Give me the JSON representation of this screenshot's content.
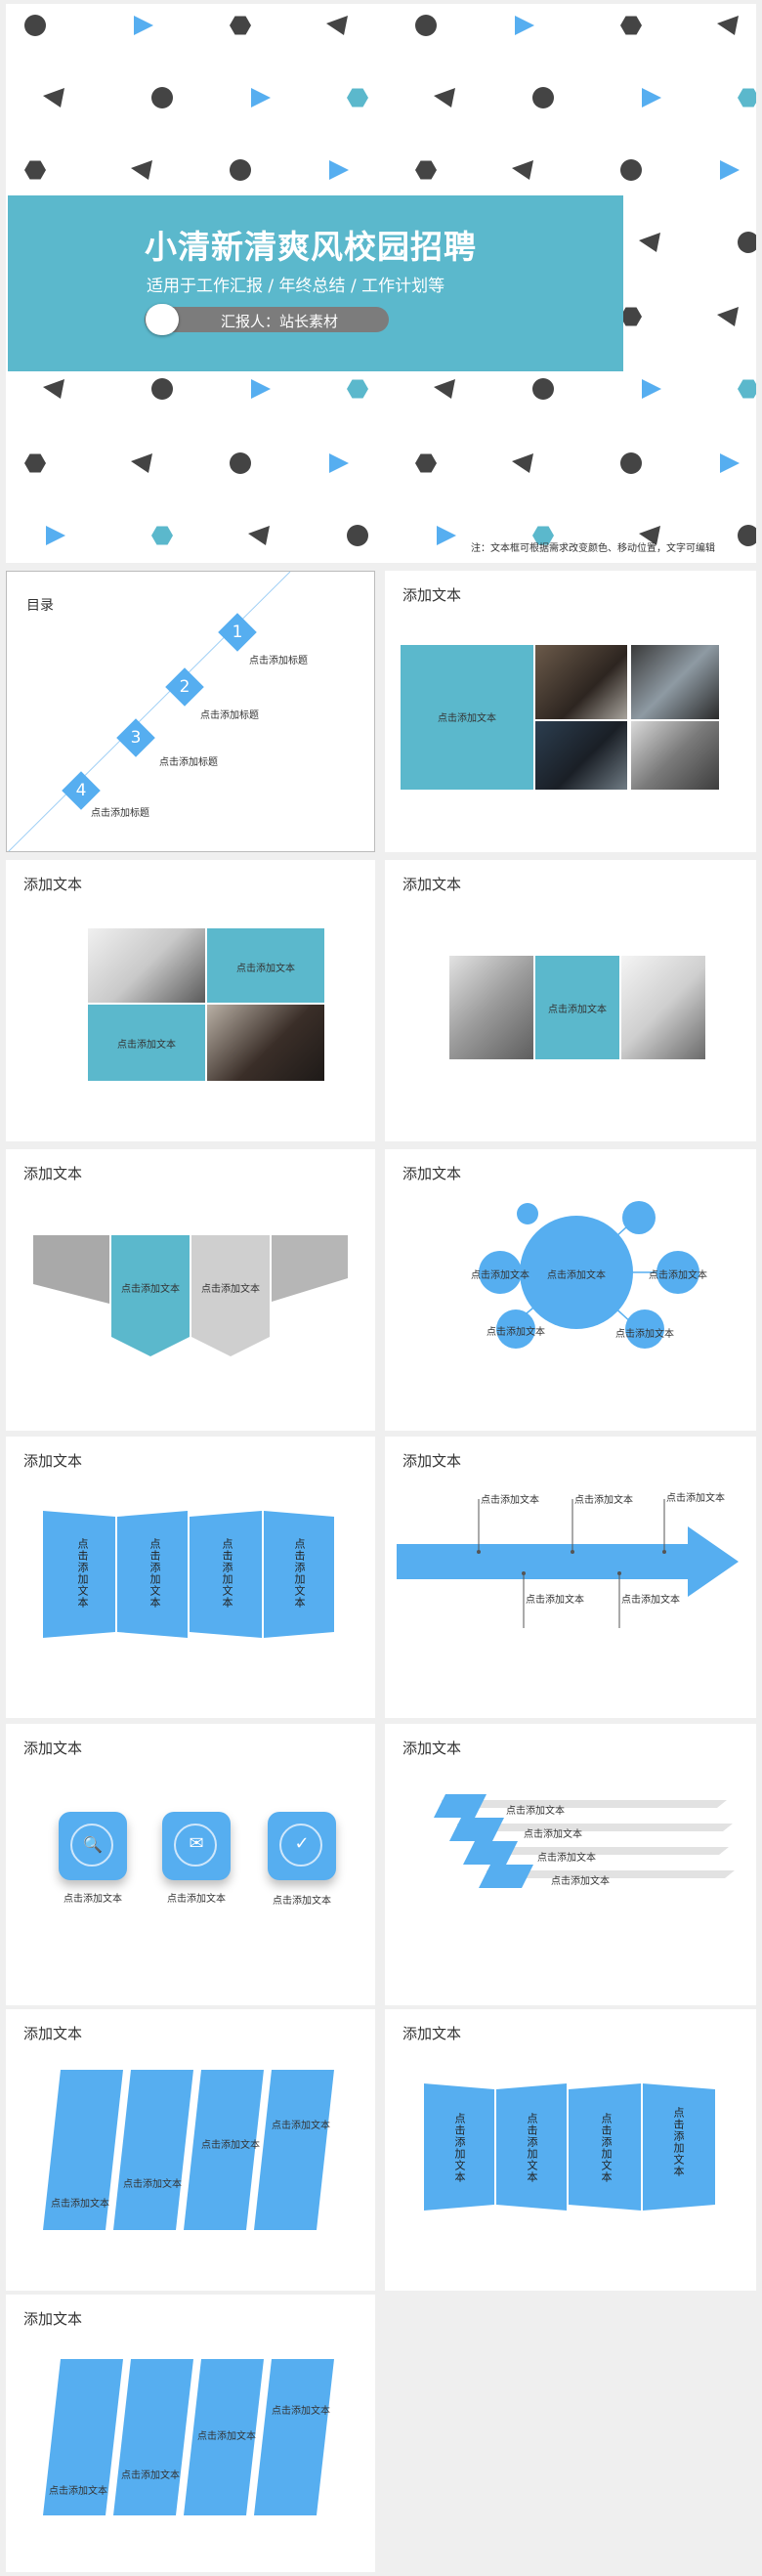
{
  "cover": {
    "title": "小清新清爽风校园招聘",
    "subtitle": "适用于工作汇报 / 年终总结 / 工作计划等",
    "reporter": "汇报人：站长素材",
    "note": "注：文本框可根据需求改变颜色、移动位置，文字可编辑"
  },
  "toc": {
    "heading": "目录",
    "items": [
      {
        "num": "1",
        "label": "点击添加标题"
      },
      {
        "num": "2",
        "label": "点击添加标题"
      },
      {
        "num": "3",
        "label": "点击添加标题"
      },
      {
        "num": "4",
        "label": "点击添加标题"
      }
    ]
  },
  "slides": {
    "heading": "添加文本",
    "placeholder": "点击添加文本",
    "vertical_placeholder": "点击添加文本"
  },
  "colors": {
    "accent": "#5bb8cc",
    "blue": "#56aef0",
    "dark": "#444444"
  }
}
